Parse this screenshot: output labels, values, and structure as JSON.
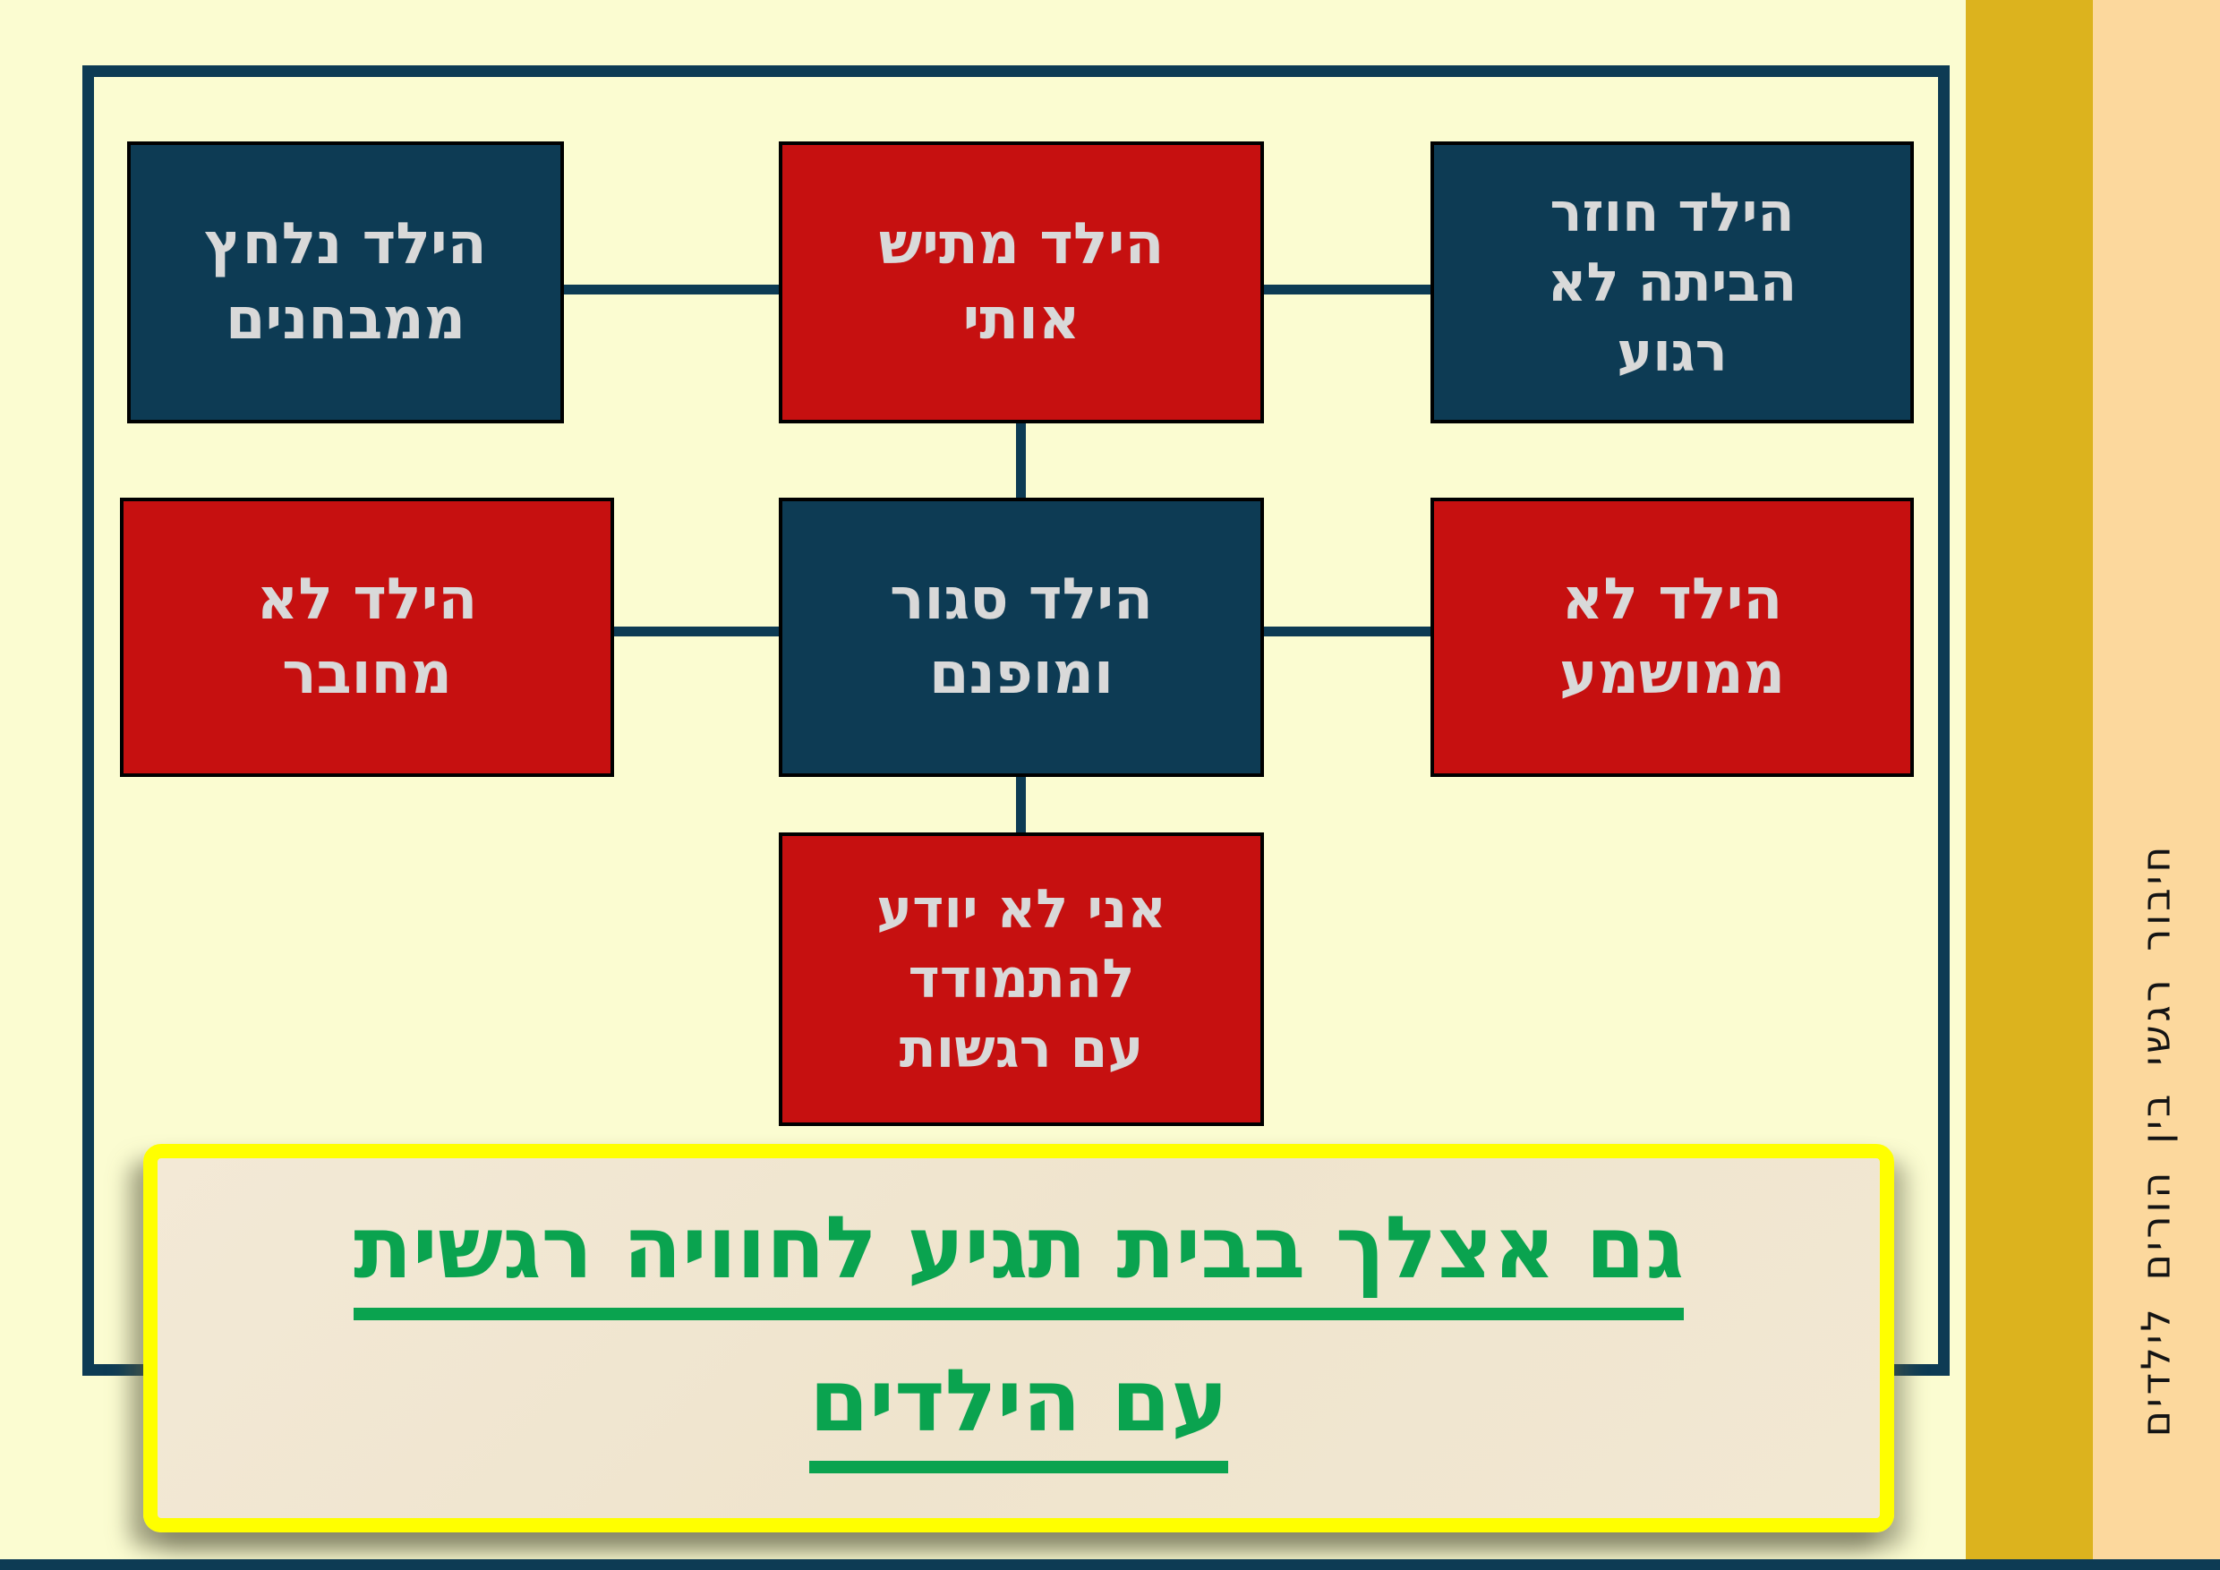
{
  "slide": {
    "boxes": [
      {
        "name": "child-stressed-by-tests",
        "text": "הילד נלחץ\nממבחנים",
        "color": "navy"
      },
      {
        "name": "child-exhausts-me",
        "text": "הילד מתיש\nאותי",
        "color": "red"
      },
      {
        "name": "child-home-not-calm",
        "text": "הילד חוזר\nהביתה לא\nרגוע",
        "color": "navy"
      },
      {
        "name": "child-not-connected",
        "text": "הילד לא\nמחובר",
        "color": "red"
      },
      {
        "name": "child-closed-introverted",
        "text": "הילד סגור\nומופנם",
        "color": "navy"
      },
      {
        "name": "child-not-disciplined",
        "text": "הילד לא\nממושמע",
        "color": "red"
      },
      {
        "name": "cant-cope-with-feelings",
        "text": "אני לא יודע\nלהתמודד\nעם רגשות",
        "color": "red"
      }
    ],
    "banner": {
      "line1": "גם אצלך בבית תגיע לחוויה רגשית",
      "line2": "עם הילדים"
    },
    "sidebar_vertical_text": "חיבור רגשי בין הורים לילדים",
    "colors": {
      "background": "#fbfcd1",
      "navy": "#0d3b54",
      "red": "#c61010",
      "box_text": "#d9d9d9",
      "banner_border": "#ffff00",
      "banner_bg": "#f1e7d2",
      "banner_text_green": "#0aa34f",
      "gold_strip": "#dcb31e",
      "peach_strip": "#fcd89d"
    }
  }
}
